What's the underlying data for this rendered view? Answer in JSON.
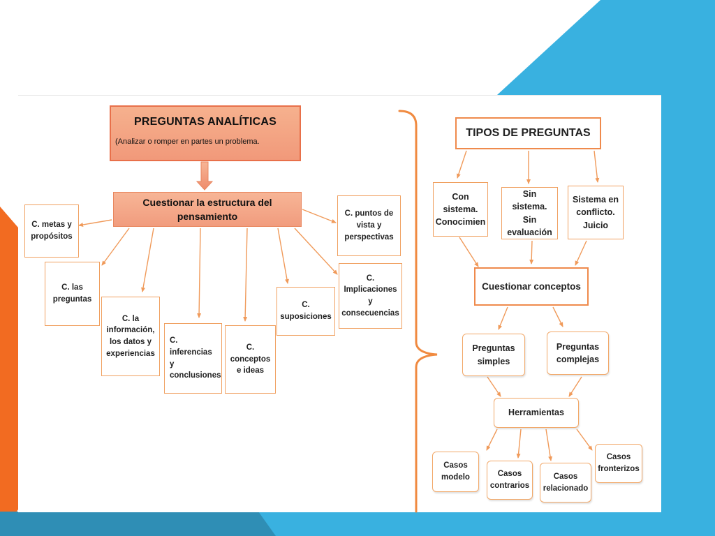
{
  "colors": {
    "accent_orange": "#f26b21",
    "accent_blue": "#39b1e0",
    "dark_blue": "#2f8eb5",
    "box_border": "#f0a060",
    "arrow": "#f09a5a",
    "title_fill": "#f4a27f"
  },
  "left_map": {
    "title": "PREGUNTAS ANALÍTICAS",
    "subtitle": "(Analizar o romper en partes un problema.",
    "center": "Cuestionar la estructura del pensamiento",
    "nodes": [
      {
        "id": "metas",
        "lines": [
          "C. metas y",
          "propósitos"
        ]
      },
      {
        "id": "preguntas",
        "lines": [
          "C. las",
          "preguntas"
        ]
      },
      {
        "id": "informacion",
        "lines": [
          "C. la",
          "información,",
          "los datos y",
          "experiencias"
        ]
      },
      {
        "id": "inferencias",
        "lines": [
          "C.",
          "inferencias y",
          "conclusiones"
        ]
      },
      {
        "id": "conceptos",
        "lines": [
          "C.",
          "conceptos",
          "e ideas"
        ]
      },
      {
        "id": "suposiciones",
        "lines": [
          "C.",
          "suposiciones"
        ]
      },
      {
        "id": "implicaciones",
        "lines": [
          "C.",
          "Implicaciones",
          "y",
          "consecuencias"
        ]
      },
      {
        "id": "puntos",
        "lines": [
          "C. puntos de",
          "vista y",
          "perspectivas"
        ]
      }
    ]
  },
  "right_map": {
    "title": "TIPOS DE PREGUNTAS",
    "types": [
      {
        "id": "con-sistema",
        "lines": [
          "Con",
          "sistema.",
          "Conocimien"
        ]
      },
      {
        "id": "sin-sistema",
        "lines": [
          "Sin sistema.",
          "Sin",
          "evaluación"
        ]
      },
      {
        "id": "sistema-conflicto",
        "lines": [
          "Sistema en",
          "conflicto.",
          "Juicio"
        ]
      }
    ],
    "center": "Cuestionar conceptos",
    "question_kinds": [
      {
        "id": "simples",
        "lines": [
          "Preguntas",
          "simples"
        ]
      },
      {
        "id": "complejas",
        "lines": [
          "Preguntas",
          "complejas"
        ]
      }
    ],
    "tools": "Herramientas",
    "cases": [
      {
        "id": "modelo",
        "lines": [
          "Casos",
          "modelo"
        ]
      },
      {
        "id": "contrarios",
        "lines": [
          "Casos",
          "contrarios"
        ]
      },
      {
        "id": "relacionado",
        "lines": [
          "Casos",
          "relacionado"
        ]
      },
      {
        "id": "fronterizos",
        "lines": [
          "Casos",
          "fronterizos"
        ]
      }
    ]
  }
}
